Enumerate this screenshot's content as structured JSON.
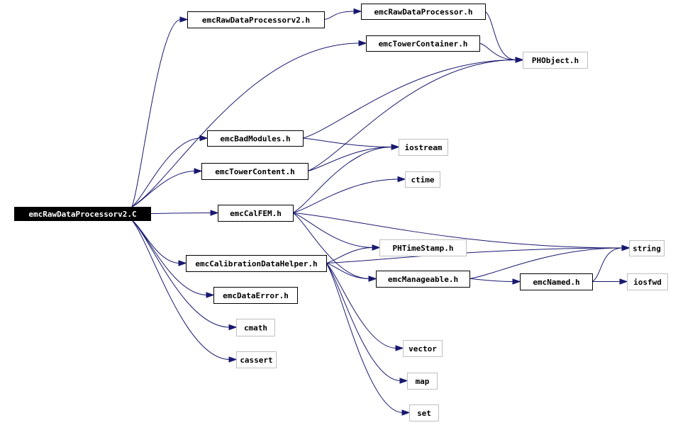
{
  "colors": {
    "edge": "#191970",
    "root_fill": "#000000",
    "root_text": "#ffffff",
    "documented_border": "#000000",
    "undocumented_border": "#bfbfbf",
    "text": "#000000"
  },
  "nodes": [
    {
      "id": "root",
      "label": "emcRawDataProcessorv2.C"
    },
    {
      "id": "rawv2h",
      "label": "emcRawDataProcessorv2.h"
    },
    {
      "id": "rawh",
      "label": "emcRawDataProcessor.h"
    },
    {
      "id": "towercont",
      "label": "emcTowerContainer.h"
    },
    {
      "id": "phobject",
      "label": "PHObject.h"
    },
    {
      "id": "badmod",
      "label": "emcBadModules.h"
    },
    {
      "id": "iostream",
      "label": "iostream"
    },
    {
      "id": "towercontent",
      "label": "emcTowerContent.h"
    },
    {
      "id": "ctime",
      "label": "ctime"
    },
    {
      "id": "calfem",
      "label": "emcCalFEM.h"
    },
    {
      "id": "timestamp",
      "label": "PHTimeStamp.h"
    },
    {
      "id": "string",
      "label": "string"
    },
    {
      "id": "caldh",
      "label": "emcCalibrationDataHelper.h"
    },
    {
      "id": "manageable",
      "label": "emcManageable.h"
    },
    {
      "id": "named",
      "label": "emcNamed.h"
    },
    {
      "id": "iosfwd",
      "label": "iosfwd"
    },
    {
      "id": "dataerror",
      "label": "emcDataError.h"
    },
    {
      "id": "cmath",
      "label": "cmath"
    },
    {
      "id": "cassert",
      "label": "cassert"
    },
    {
      "id": "vector",
      "label": "vector"
    },
    {
      "id": "map",
      "label": "map"
    },
    {
      "id": "set",
      "label": "set"
    }
  ],
  "edges": [
    [
      "root",
      "rawv2h"
    ],
    [
      "root",
      "towercont"
    ],
    [
      "root",
      "badmod"
    ],
    [
      "root",
      "towercontent"
    ],
    [
      "root",
      "calfem"
    ],
    [
      "root",
      "caldh"
    ],
    [
      "root",
      "dataerror"
    ],
    [
      "root",
      "cmath"
    ],
    [
      "root",
      "cassert"
    ],
    [
      "rawv2h",
      "rawh"
    ],
    [
      "rawh",
      "phobject"
    ],
    [
      "towercont",
      "phobject"
    ],
    [
      "badmod",
      "phobject"
    ],
    [
      "badmod",
      "iostream"
    ],
    [
      "towercontent",
      "phobject"
    ],
    [
      "towercontent",
      "iostream"
    ],
    [
      "calfem",
      "iostream"
    ],
    [
      "calfem",
      "ctime"
    ],
    [
      "calfem",
      "timestamp"
    ],
    [
      "calfem",
      "string"
    ],
    [
      "calfem",
      "manageable"
    ],
    [
      "caldh",
      "timestamp"
    ],
    [
      "caldh",
      "manageable"
    ],
    [
      "caldh",
      "string"
    ],
    [
      "caldh",
      "vector"
    ],
    [
      "caldh",
      "map"
    ],
    [
      "caldh",
      "set"
    ],
    [
      "manageable",
      "named"
    ],
    [
      "manageable",
      "string"
    ],
    [
      "named",
      "string"
    ],
    [
      "named",
      "iosfwd"
    ]
  ]
}
